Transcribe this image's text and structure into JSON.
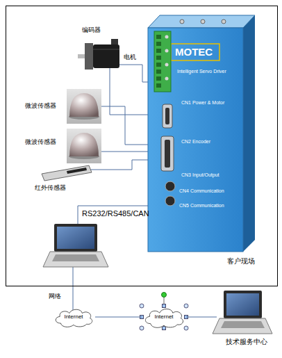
{
  "diagram": {
    "nodes": [
      {
        "text": [
          "客户现场"
        ]
      },
      {
        "text": [
          "MOTEC",
          "Intelligent Servo Driver",
          "CN1 Power & Motor",
          "CN2 Encoder",
          "CN3 Input/Output",
          "CN4 Communication",
          "CN5 Communication"
        ],
        "in": 0
      },
      {
        "text": [
          "Internet"
        ]
      },
      {
        "text": [
          "Internet"
        ]
      },
      {
        "text": [
          "技术服务中心"
        ]
      }
    ],
    "edges": [
      {
        "from": 2,
        "to": 3,
        "arrow": "none"
      },
      {
        "from": 3,
        "to": 4,
        "arrow": "none"
      }
    ],
    "labels": [
      "编码器",
      "电机",
      "微波传感器",
      "微波传感器",
      "红外传感器",
      "RS232/RS485/CAN",
      "网络"
    ]
  }
}
